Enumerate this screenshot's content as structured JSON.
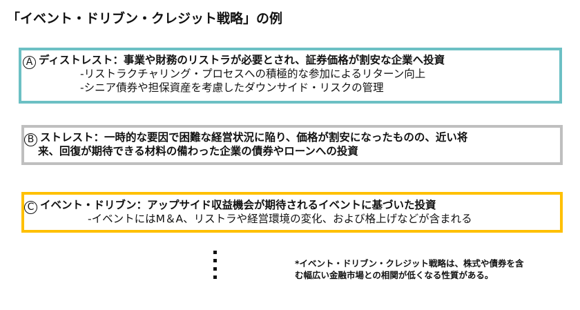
{
  "title": "「イベント・ドリブン・クレジット戦略」の例",
  "boxes": [
    {
      "marker": "A",
      "border_color": "#6CC0C4",
      "heading": "ディストレスト：事業や財務のリストラが必要とされ、証券価格が割安な企業へ投資",
      "bullets": [
        "-リストラクチャリング・プロセスへの積極的な参加によるリターン向上",
        "-シニア債券や担保資産を考慮したダウンサイド・リスクの管理"
      ]
    },
    {
      "marker": "B",
      "border_color": "#BFBFBF",
      "heading_lines": [
        "ストレスト：一時的な要因で困難な経営状況に陥り、価格が割安になったものの、近い将",
        "来、回復が期待できる材料の備わった企業の債券やローンへの投資"
      ]
    },
    {
      "marker": "C",
      "border_color": "#FFC000",
      "heading": "イベント・ドリブン：アップサイド収益機会が期待されるイベントに基づいた投資",
      "bullets": [
        "-イベントにはM＆A、リストラや経営環境の変化、および格上げなどが含まれる"
      ]
    }
  ],
  "ellipsis_dots": 4,
  "note": {
    "lines": [
      "*イベント・ドリブン・クレジット戦略は、株式や債券を含",
      "む幅広い金融市場との相関が低くなる性質がある。"
    ]
  }
}
